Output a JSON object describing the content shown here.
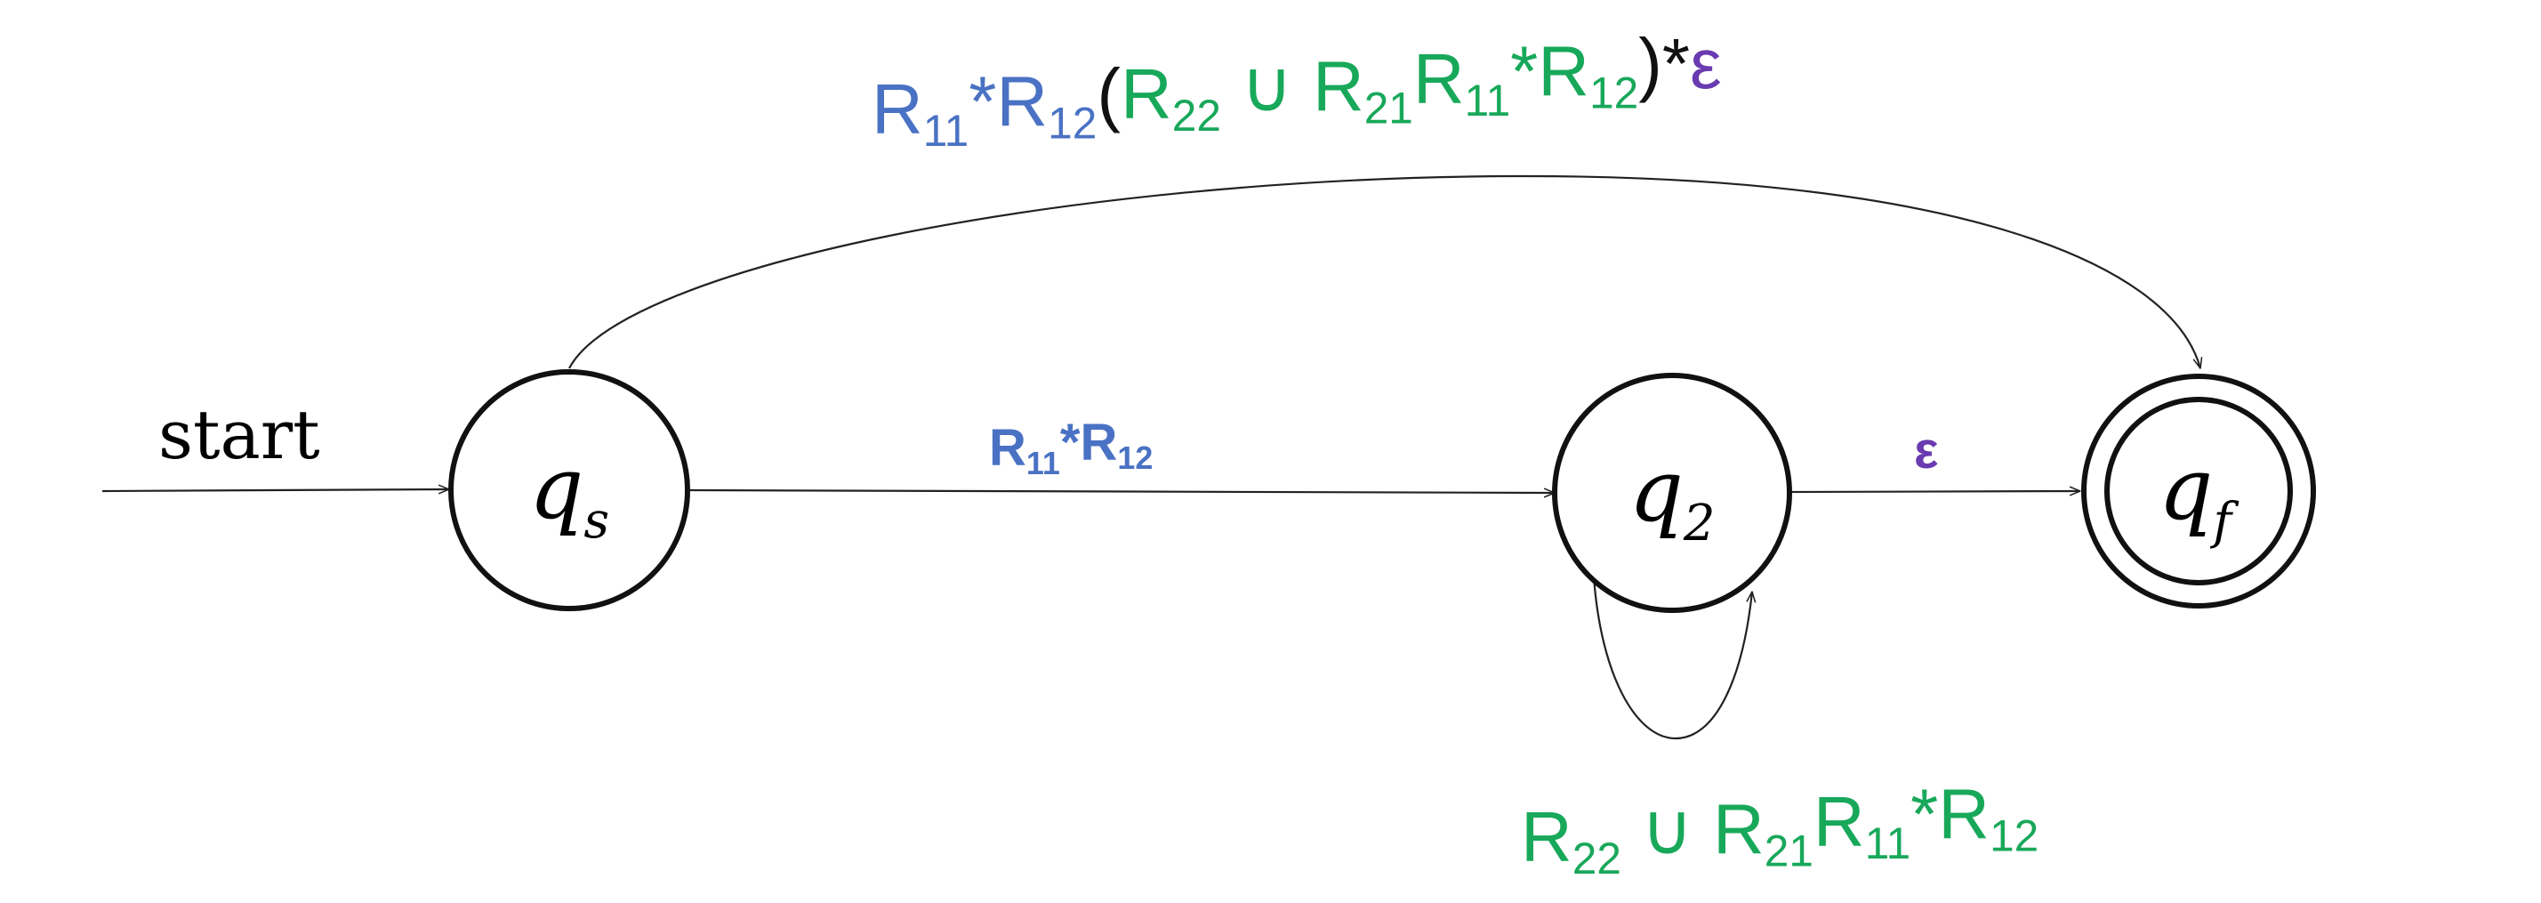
{
  "start_label": "start",
  "states": {
    "qs": {
      "name": "q",
      "sub": "s"
    },
    "q2": {
      "name": "q",
      "sub": "2"
    },
    "qf": {
      "name": "q",
      "sub": "f"
    }
  },
  "edges": {
    "top": {
      "parts": [
        {
          "text": "R",
          "color": "blue"
        },
        {
          "text": "11",
          "color": "blue",
          "sub": true
        },
        {
          "text": "*R",
          "color": "blue"
        },
        {
          "text": "12",
          "color": "blue",
          "sub": true
        },
        {
          "text": "(",
          "color": "black"
        },
        {
          "text": "R",
          "color": "green"
        },
        {
          "text": "22",
          "color": "green",
          "sub": true
        },
        {
          "text": " ∪  R",
          "color": "green"
        },
        {
          "text": "21",
          "color": "green",
          "sub": true
        },
        {
          "text": "R",
          "color": "green"
        },
        {
          "text": "11",
          "color": "green",
          "sub": true
        },
        {
          "text": "*R",
          "color": "green"
        },
        {
          "text": "12",
          "color": "green",
          "sub": true
        },
        {
          "text": ")*",
          "color": "black"
        },
        {
          "text": "ε",
          "color": "purple"
        }
      ]
    },
    "qs_q2": {
      "parts": [
        {
          "text": "R",
          "color": "blue"
        },
        {
          "text": "11",
          "color": "blue",
          "sub": true
        },
        {
          "text": "*R",
          "color": "blue"
        },
        {
          "text": "12",
          "color": "blue",
          "sub": true
        }
      ]
    },
    "q2_qf": {
      "parts": [
        {
          "text": "ε",
          "color": "purple"
        }
      ]
    },
    "q2_loop": {
      "parts": [
        {
          "text": "R",
          "color": "green"
        },
        {
          "text": "22",
          "color": "green",
          "sub": true
        },
        {
          "text": " ∪  R",
          "color": "green"
        },
        {
          "text": "21",
          "color": "green",
          "sub": true
        },
        {
          "text": "R",
          "color": "green"
        },
        {
          "text": "11",
          "color": "green",
          "sub": true
        },
        {
          "text": "*R",
          "color": "green"
        },
        {
          "text": "12",
          "color": "green",
          "sub": true
        }
      ]
    }
  },
  "colors": {
    "blue": "#4A72C4",
    "green": "#18A85A",
    "black": "#111111",
    "purple": "#6A3BB0"
  }
}
